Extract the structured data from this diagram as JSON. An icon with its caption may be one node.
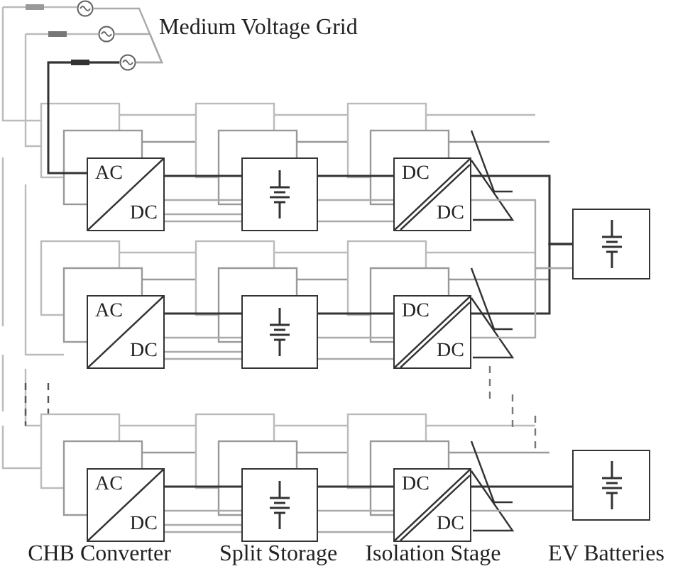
{
  "diagram": {
    "nodes": [
      {
        "text": [],
        "shape": "circle"
      },
      {
        "text": [],
        "shape": "circle"
      },
      {
        "text": [],
        "shape": "circle"
      },
      {
        "text": [
          "AC",
          "DC"
        ]
      },
      {
        "text": [],
        "shape": "box"
      },
      {
        "text": [
          "DC",
          "DC"
        ]
      },
      {
        "text": [],
        "shape": "box"
      },
      {
        "text": [
          "AC",
          "DC"
        ]
      },
      {
        "text": [],
        "shape": "box"
      },
      {
        "text": [
          "DC",
          "DC"
        ]
      },
      {
        "text": [
          "AC",
          "DC"
        ]
      },
      {
        "text": [],
        "shape": "box"
      },
      {
        "text": [
          "DC",
          "DC"
        ]
      },
      {
        "text": [],
        "shape": "box"
      }
    ],
    "edges": [
      {
        "from": 2,
        "to": 3,
        "arrow": "none",
        "color": "#333333"
      },
      {
        "from": 0,
        "to": 2,
        "arrow": "none"
      },
      {
        "from": 1,
        "to": 2,
        "arrow": "none"
      },
      {
        "from": 3,
        "to": 4,
        "arrow": "none",
        "color": "#333333"
      },
      {
        "from": 3,
        "to": 4,
        "arrow": "none"
      },
      {
        "from": 3,
        "to": 4,
        "arrow": "none"
      },
      {
        "from": 3,
        "to": 4,
        "arrow": "none"
      },
      {
        "from": 4,
        "to": 5,
        "arrow": "none",
        "color": "#333333"
      },
      {
        "from": 4,
        "to": 5,
        "arrow": "none"
      },
      {
        "from": 4,
        "to": 5,
        "arrow": "none"
      },
      {
        "from": 5,
        "to": 6,
        "arrow": "none",
        "color": "#333333"
      },
      {
        "from": 5,
        "to": 6,
        "arrow": "none"
      },
      {
        "from": 7,
        "to": 8,
        "arrow": "none",
        "color": "#333333"
      },
      {
        "from": 7,
        "to": 8,
        "arrow": "none"
      },
      {
        "from": 7,
        "to": 8,
        "arrow": "none"
      },
      {
        "from": 7,
        "to": 8,
        "arrow": "none"
      },
      {
        "from": 8,
        "to": 9,
        "arrow": "none",
        "color": "#333333"
      },
      {
        "from": 8,
        "to": 9,
        "arrow": "none"
      },
      {
        "from": 8,
        "to": 9,
        "arrow": "none"
      },
      {
        "from": 9,
        "to": 6,
        "arrow": "none",
        "color": "#333333"
      },
      {
        "from": 9,
        "to": 6,
        "arrow": "none"
      },
      {
        "from": 10,
        "to": 11,
        "arrow": "none",
        "color": "#333333"
      },
      {
        "from": 10,
        "to": 11,
        "arrow": "none"
      },
      {
        "from": 10,
        "to": 11,
        "arrow": "none"
      },
      {
        "from": 10,
        "to": 11,
        "arrow": "none"
      },
      {
        "from": 11,
        "to": 12,
        "arrow": "none",
        "color": "#333333"
      },
      {
        "from": 11,
        "to": 12,
        "arrow": "none"
      },
      {
        "from": 11,
        "to": 12,
        "arrow": "none"
      },
      {
        "from": 12,
        "to": 13,
        "arrow": "none",
        "color": "#333333"
      },
      {
        "from": 12,
        "to": 13,
        "arrow": "none"
      }
    ],
    "labels": [
      "Medium Voltage Grid",
      "CHB Converter",
      "Split Storage",
      "Isolation Stage",
      "EV Batteries"
    ]
  }
}
